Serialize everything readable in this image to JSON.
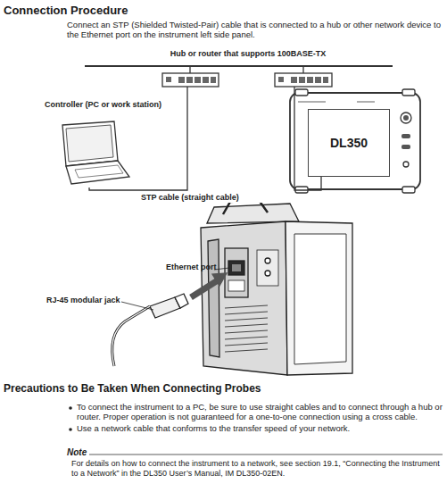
{
  "diagram": {
    "title": "Connection Procedure",
    "nodes": [
      {
        "text": [
          "Hub or router that supports 100BASE-TX"
        ]
      },
      {
        "text": [
          "Controller (PC or work station)"
        ]
      },
      {
        "text": [
          "DL350"
        ]
      }
    ],
    "edges": [
      {
        "from": 1,
        "to": 0,
        "arrow": "none"
      },
      {
        "from": 2,
        "to": 0,
        "arrow": "none"
      }
    ],
    "labels": [
      "Connect an STP (Shielded Twisted-Pair) cable that is connected to a hub or other network device to the Ethernet port on the instrument left side panel.",
      "STP cable (straight cable)",
      "Ethernet port",
      "RJ-45 modular jack",
      "Precautions to Be Taken When Connecting Probes",
      "To connect the instrument to a PC, be sure to use straight cables and to connect through a hub or router. Proper operation is not guaranteed for a one-to-one connection using a cross cable.",
      "Use a network cable that conforms to the transfer speed of your network.",
      "Note",
      "For details on how to connect the instrument to a network, see section 19.1, “Connecting the Instrument to a Network” in the DL350 User’s Manual, IM DL350-02EN."
    ]
  }
}
